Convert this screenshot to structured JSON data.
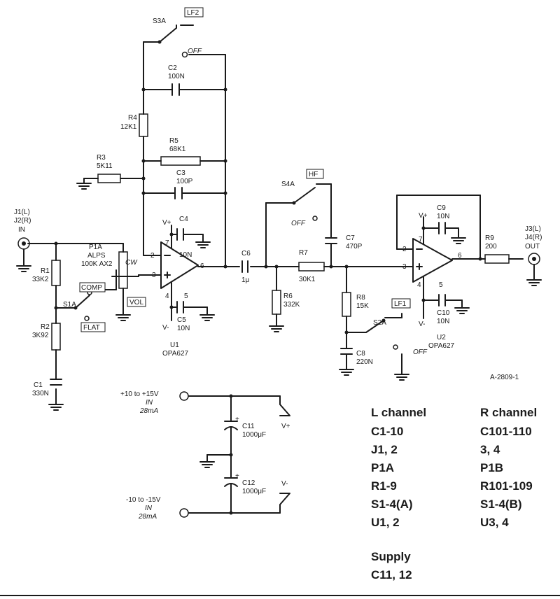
{
  "labels": {
    "s3a": "S3A",
    "lf2": "LF2",
    "off": "OFF",
    "c2": "C2",
    "c2v": "100N",
    "r4": "R4",
    "r4v": "12K1",
    "r5": "R5",
    "r5v": "68K1",
    "r3": "R3",
    "r3v": "5K11",
    "c3": "C3",
    "c3v": "100P",
    "j1": "J1(L)",
    "j2": "J2(R)",
    "in": "IN",
    "vplus": "V+",
    "vminus": "V-",
    "c4": "C4",
    "c4v": "10N",
    "p1a": "P1A",
    "alps": "ALPS",
    "p1av": "100K AX2",
    "cw": "CW",
    "comp": "COMP",
    "vol": "VOL",
    "flat": "FLAT",
    "r1": "R1",
    "r1v": "33K2",
    "s1a": "S1A",
    "r2": "R2",
    "r2v": "3K92",
    "c1": "C1",
    "c1v": "330N",
    "pin2": "2",
    "pin3": "3",
    "pin6": "6",
    "pin7": "7",
    "pin4": "4",
    "pin5": "5",
    "c5": "C5",
    "c5v": "10N",
    "u1": "U1",
    "u1v": "OPA627",
    "c6": "C6",
    "c6v": "1μ",
    "r6": "R6",
    "r6v": "332K",
    "s4a": "S4A",
    "hf": "HF",
    "c7": "C7",
    "c7v": "470P",
    "r7": "R7",
    "r7v": "30K1",
    "r8": "R8",
    "r8v": "15K",
    "lf1": "LF1",
    "s2a": "S2A",
    "c8": "C8",
    "c8v": "220N",
    "c9": "C9",
    "c9v": "10N",
    "r9": "R9",
    "r9v": "200",
    "j3": "J3(L)",
    "j4": "J4(R)",
    "out": "OUT",
    "c10": "C10",
    "c10v": "10N",
    "u2": "U2",
    "u2v": "OPA627",
    "docnum": "A-2809-1",
    "supply_pos": "+10 to +15V",
    "supply_neg": "-10 to -15V",
    "in_word": "IN",
    "cur": "28mA",
    "c11": "C11",
    "c11v": "1000μF",
    "c12": "C12",
    "c12v": "1000μF",
    "plus": "+"
  },
  "table": {
    "left_head": "L channel",
    "right_head": "R channel",
    "left": [
      "C1-10",
      "J1, 2",
      "P1A",
      "R1-9",
      "S1-4(A)",
      "U1, 2"
    ],
    "right": [
      "C101-110",
      "3, 4",
      "P1B",
      "R101-109",
      "S1-4(B)",
      "U3, 4"
    ],
    "supply_head": "Supply",
    "supply": "C11, 12"
  }
}
